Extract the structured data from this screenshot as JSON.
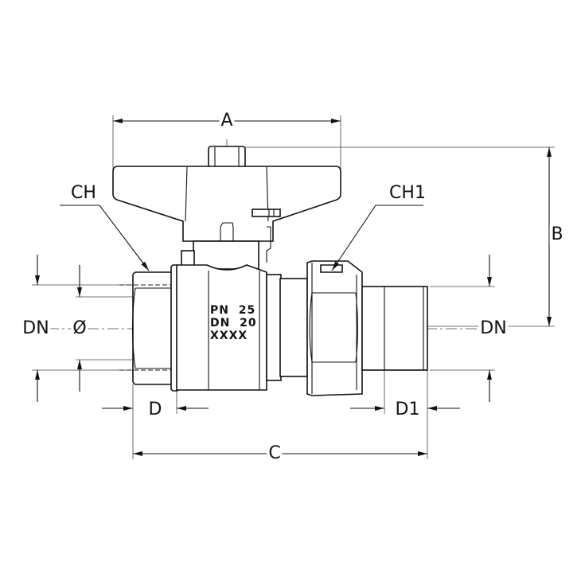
{
  "dimensions": {
    "a": "A",
    "b": "B",
    "c": "C",
    "d": "D",
    "d1": "D1",
    "dn_left": "DN",
    "dn_right": "DN",
    "diameter": "Ø",
    "ch": "CH",
    "ch1": "CH1"
  },
  "body_marking": {
    "line1": "PN  25",
    "line2": "DN  20",
    "line3": "XXXX"
  }
}
